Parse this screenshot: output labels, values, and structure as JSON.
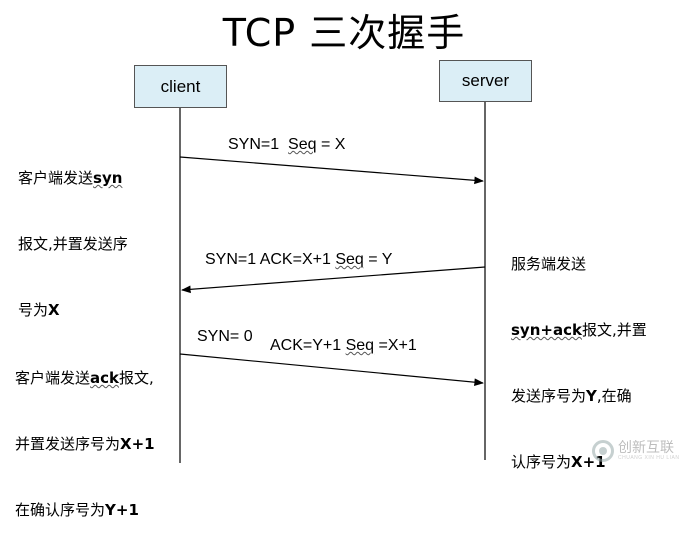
{
  "title": "TCP 三次握手",
  "actors": {
    "client": "client",
    "server": "server"
  },
  "messages": [
    {
      "label_a": "SYN=1",
      "label_b": "Seq",
      "label_c": " = X"
    },
    {
      "label_a": "SYN=1  ACK=X+1",
      "label_b": "Seq",
      "label_c": " = Y"
    },
    {
      "label_a": "SYN= 0",
      "label_d": "ACK=Y+1",
      "label_b": "Seq",
      "label_c": " =X+1"
    }
  ],
  "notes": {
    "client_1": {
      "l1a": "客户端发送",
      "l1b": "syn",
      "l2": "报文,并置发送序",
      "l3a": "号为",
      "l3b": "X"
    },
    "server_2": {
      "l1": "服务端发送",
      "l2a": "syn+ack",
      "l2b": "报文,并置",
      "l3a": "发送序号为",
      "l3b": "Y",
      "l3c": ",在确",
      "l4a": "认序号为",
      "l4b": "X+1"
    },
    "client_3": {
      "l1a": "客户端发送",
      "l1b": "ack",
      "l1c": "报文,",
      "l2a": "并置发送序号为",
      "l2b": "X+1",
      "l3a": "在确认序号为",
      "l3b": "Y+1"
    }
  },
  "watermark": {
    "text": "创新互联",
    "sub": "CHUANG XIN HU LIAN"
  }
}
